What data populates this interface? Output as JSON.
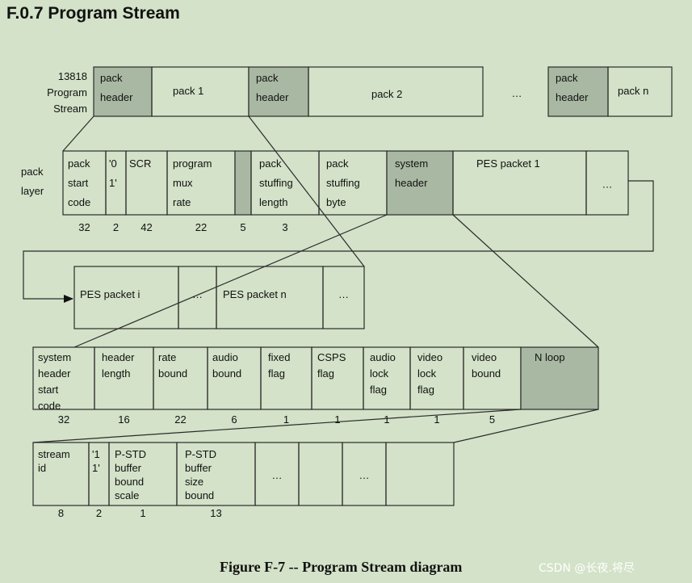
{
  "title": "F.0.7 Program Stream",
  "caption": "Figure F-7 -- Program Stream diagram",
  "watermark": "CSDN @长夜.将尽",
  "colors": {
    "background": "#d3e2c8",
    "shaded_cell": "#a9b8a2",
    "line": "#2b2b2b",
    "text": "#111111"
  },
  "stream_label": [
    "13818",
    "Program",
    "Stream"
  ],
  "program_stream": {
    "cells": [
      {
        "lines": [
          "pack",
          "header"
        ],
        "shaded": true
      },
      {
        "lines": [
          "pack 1"
        ]
      },
      {
        "lines": [
          "pack",
          "header"
        ],
        "shaded": true
      },
      {
        "lines": [
          "pack 2"
        ]
      },
      {
        "lines": [
          "pack",
          "header"
        ],
        "shaded": true
      },
      {
        "lines": [
          "pack n"
        ]
      }
    ],
    "ellipsis": "…"
  },
  "pack_layer_label": [
    "pack",
    "layer"
  ],
  "pack_layer": {
    "cells": [
      {
        "lines": [
          "pack",
          "start",
          "code"
        ],
        "bits": "32"
      },
      {
        "lines": [
          "'0",
          "1'"
        ],
        "bits": "2"
      },
      {
        "lines": [
          "SCR"
        ],
        "bits": "42"
      },
      {
        "lines": [
          "program",
          "mux",
          "rate"
        ],
        "bits": "22"
      },
      {
        "lines": [],
        "bits": "5",
        "shaded": true
      },
      {
        "lines": [
          "pack",
          "stuffing",
          "length"
        ],
        "bits": "3"
      },
      {
        "lines": [
          "pack",
          "stuffing",
          "byte"
        ],
        "bits": ""
      },
      {
        "lines": [
          "system",
          "header"
        ],
        "bits": "",
        "shaded": true
      },
      {
        "lines": [
          "PES packet 1"
        ],
        "bits": ""
      },
      {
        "lines": [
          "…"
        ],
        "bits": ""
      }
    ]
  },
  "pes_row": {
    "cells": [
      {
        "lines": [
          "PES packet i"
        ]
      },
      {
        "lines": [
          "…"
        ]
      },
      {
        "lines": [
          "PES packet n"
        ]
      },
      {
        "lines": [
          "…"
        ]
      }
    ]
  },
  "system_header": {
    "cells": [
      {
        "lines": [
          "system",
          "header",
          "start",
          "code"
        ],
        "bits": "32"
      },
      {
        "lines": [
          "header",
          "length"
        ],
        "bits": "16"
      },
      {
        "lines": [
          "rate",
          "bound"
        ],
        "bits": "22"
      },
      {
        "lines": [
          "audio",
          "bound"
        ],
        "bits": "6"
      },
      {
        "lines": [
          "fixed",
          "flag"
        ],
        "bits": "1"
      },
      {
        "lines": [
          "CSPS",
          "flag"
        ],
        "bits": "1"
      },
      {
        "lines": [
          "audio",
          "lock",
          "flag"
        ],
        "bits": "1"
      },
      {
        "lines": [
          "video",
          "lock",
          "flag"
        ],
        "bits": "1"
      },
      {
        "lines": [
          "video",
          "bound"
        ],
        "bits": "5"
      },
      {
        "lines": [
          "N loop"
        ],
        "bits": "",
        "shaded": true
      }
    ]
  },
  "stream_row": {
    "cells": [
      {
        "lines": [
          "stream",
          "id"
        ],
        "bits": "8"
      },
      {
        "lines": [
          "'1",
          "1'"
        ],
        "bits": "2"
      },
      {
        "lines": [
          "P-STD",
          "buffer",
          "bound",
          "scale"
        ],
        "bits": "1"
      },
      {
        "lines": [
          "P-STD",
          "buffer",
          "size",
          "bound"
        ],
        "bits": "13"
      },
      {
        "lines": [
          "…"
        ],
        "bits": ""
      },
      {
        "lines": [],
        "bits": ""
      },
      {
        "lines": [
          "…"
        ],
        "bits": ""
      },
      {
        "lines": [],
        "bits": ""
      }
    ]
  }
}
